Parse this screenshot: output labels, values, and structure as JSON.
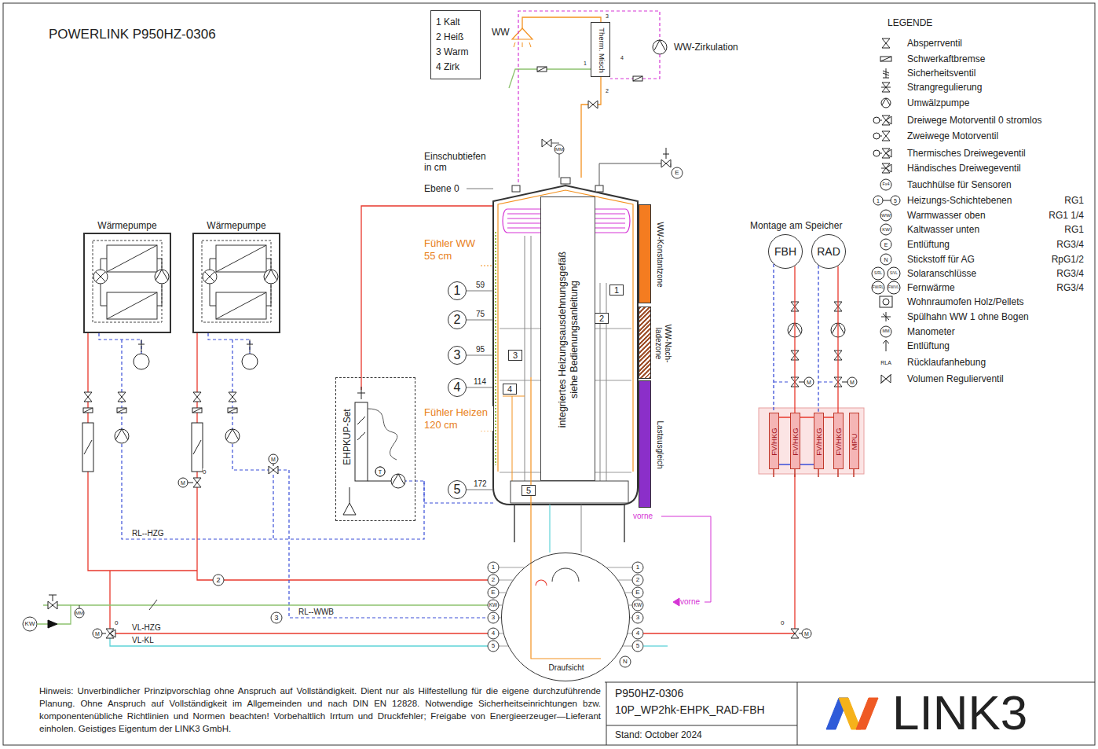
{
  "diagram": {
    "title": "POWERLINK P950HZ-0306",
    "nodes": [
      {
        "text": [
          "1 Kalt",
          "2 Heiß",
          "3 Warm",
          "4 Zirk"
        ]
      },
      {
        "text": [
          "Therm. Misch"
        ]
      },
      {
        "text": [
          "Wärmepumpe"
        ]
      },
      {
        "text": [
          "Wärmepumpe"
        ]
      },
      {
        "text": [
          "EHPKUP-Set"
        ]
      },
      {
        "text": [
          "integriertes Heizungsausdehnungsgefäß siehe Bedienungsanleitung"
        ]
      },
      {
        "text": [
          "1"
        ]
      },
      {
        "text": [
          "2"
        ]
      },
      {
        "text": [
          "3"
        ]
      },
      {
        "text": [
          "4"
        ]
      },
      {
        "text": [
          "5"
        ]
      },
      {
        "text": [
          "1"
        ]
      },
      {
        "text": [
          "2"
        ]
      },
      {
        "text": [
          "3"
        ]
      },
      {
        "text": [
          "4"
        ]
      },
      {
        "text": [
          "5"
        ]
      },
      {
        "text": [
          "WW-Konstantzone"
        ]
      },
      {
        "text": [
          "WW-Nach- ladezone"
        ]
      },
      {
        "text": [
          "Lastausgleich"
        ]
      },
      {
        "text": [
          "FBH"
        ]
      },
      {
        "text": [
          "RAD"
        ]
      },
      {
        "text": [
          "FV/HKG"
        ]
      },
      {
        "text": [
          "FV/HKG"
        ]
      },
      {
        "text": [
          "FV/HKG"
        ]
      },
      {
        "text": [
          "FV/HKG"
        ]
      },
      {
        "text": [
          "MPU"
        ]
      },
      {
        "text": [
          "Draufsicht"
        ]
      }
    ],
    "edges": [
      {
        "from": 19,
        "to": 21,
        "arrow": "none"
      },
      {
        "from": 19,
        "to": 22,
        "arrow": "none"
      },
      {
        "from": 20,
        "to": 23,
        "arrow": "none"
      },
      {
        "from": 20,
        "to": 24,
        "arrow": "none"
      }
    ],
    "labels": [
      "WW",
      "WW-Zirkulation",
      "1",
      "2",
      "3",
      "4",
      "Einschubtiefen in cm",
      "Ebene 0",
      "Fühler WW 55 cm",
      "59",
      "75",
      "95",
      "114",
      "172",
      "Fühler Heizen 120 cm",
      "Montage am Speicher",
      "RL--HZG",
      "RL--WWB",
      "VL-HZG",
      "VL-KL",
      "2",
      "3",
      "vorne",
      "vorne",
      "1",
      "2",
      "E",
      "KW",
      "3",
      "4",
      "5",
      "1",
      "2",
      "E",
      "KW",
      "3",
      "4",
      "5",
      "KW",
      "MM",
      "N",
      "MM",
      "E",
      "0",
      "0",
      "0",
      "M",
      "M",
      "M",
      "M",
      "M",
      "M",
      "T",
      "LEGENDE",
      "RG1",
      "RG1 1/4",
      "RG1",
      "RG3/4",
      "RpG1/2",
      "RG3/4",
      "RG3/4",
      "1",
      "5",
      "WW",
      "KW",
      "E",
      "N",
      "S/RL",
      "S/VL",
      "FW/RL",
      "FW/VL",
      "Fx4",
      "MM",
      "RLA",
      "Hinweis: Unverbindlicher Prinzipvorschlag ohne Anspruch auf Vollständigkeit. Dient nur als Hilfestellung für die eigene durchzuführende Planung. Ohne Anspruch auf Vollständigkeit im Allgemeinden und nach DIN EN 12828. Notwendige Sicherheitseinrichtungen bzw. komponentenübliche Richtlinien und Normen beachten! Vorbehaltlich Irrtum und Druckfehler; Freigabe von Energieerzeuger—Lieferant einholen. Geistiges Eigentum der LINK3 GmbH.",
      "P950HZ-0306",
      "10P_WP2hk-EHPK_RAD-FBH",
      "Stand: October 2024",
      "LINK3"
    ],
    "legend": [
      {
        "text": "Absperrventil"
      },
      {
        "text": "Schwerkaftbremse"
      },
      {
        "text": "Sicherheitsventil"
      },
      {
        "text": "Strangregulierung"
      },
      {
        "text": "Umwälzpumpe"
      },
      {
        "text": "Dreiwege Motorventil 0 stromlos"
      },
      {
        "text": "Zweiwege Motorventil"
      },
      {
        "text": "Thermisches Dreiwegeventil"
      },
      {
        "text": "Händisches Dreiwegeventil"
      },
      {
        "text": "Tauchhülse für Sensoren"
      },
      {
        "text": "Heizungs-Schichtebenen"
      },
      {
        "text": "Warmwasser oben"
      },
      {
        "text": "Kaltwasser unten"
      },
      {
        "text": "Entlüftung"
      },
      {
        "text": "Stickstoff für AG"
      },
      {
        "text": "Solaranschlüsse"
      },
      {
        "text": "Fernwärme"
      },
      {
        "text": "Wohnraumofen Holz/Pellets"
      },
      {
        "text": "Spülhahn WW 1 ohne Bogen"
      },
      {
        "text": "Manometer"
      },
      {
        "text": "Entlüftung"
      },
      {
        "text": "Rücklaufanhebung"
      },
      {
        "text": "Volumen Regulierventil"
      }
    ]
  }
}
